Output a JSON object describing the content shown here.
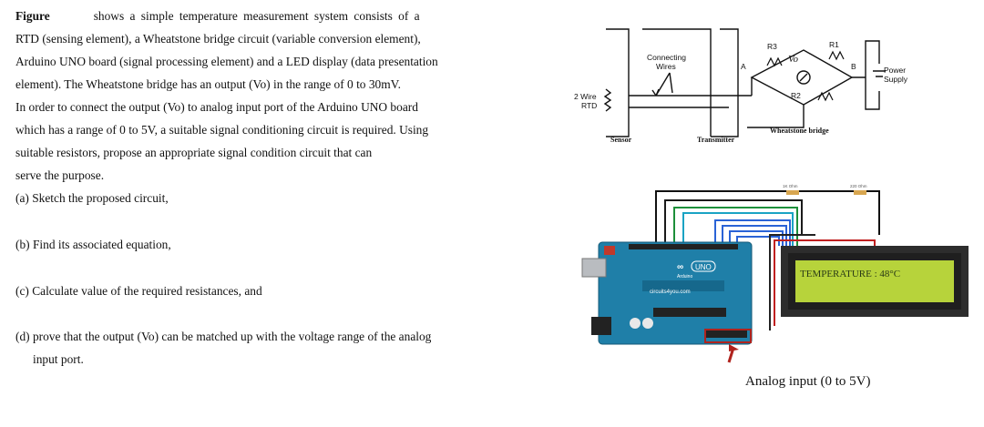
{
  "problem": {
    "lines": [
      {
        "lead": "Figure",
        "text": "shows a simple temperature measurement system consists of a"
      },
      {
        "text": "RTD (sensing element), a Wheatstone bridge circuit (variable conversion element),"
      },
      {
        "text": "Arduino UNO board (signal processing element) and a LED display (data presentation"
      },
      {
        "text": "element). The Wheatstone bridge has an output (Vo) in the range of 0 to 30mV."
      },
      {
        "text": "In order to connect the output (Vo) to analog input port of the Arduino UNO board"
      },
      {
        "text": "which has a range of 0 to 5V, a suitable signal conditioning circuit is required. Using"
      },
      {
        "text": "suitable resistors, propose an appropriate signal condition circuit that can"
      },
      {
        "text": "serve the purpose."
      }
    ],
    "questions": [
      "(a) Sketch the proposed circuit,",
      "(b) Find its associated equation,",
      "(c) Calculate value of the required resistances, and",
      "(d) prove that the output (Vo) can be matched up with the voltage range of the analog",
      "input port."
    ]
  },
  "circuit": {
    "connecting_wires": [
      "Connecting",
      "Wires"
    ],
    "rtd_label": [
      "2 Wire",
      "RTD"
    ],
    "r3": "R3",
    "r1": "R1",
    "r2": "R2",
    "vo": "Vo",
    "node_a": "A",
    "node_b": "B",
    "power_supply": [
      "Power",
      "Supply"
    ],
    "sensor": "Sensor",
    "transmitter": "Transmitter",
    "wheatstone_bridge": "Wheatstone bridge"
  },
  "wiring": {
    "resistor_1": "1K Ohm",
    "resistor_2": "220 Ohm",
    "uno_label": "UNO",
    "arduino_label": "Arduino",
    "site": "circuits4you.com",
    "lcd_text": "TEMPERATURE : 48°C",
    "caption": "Analog input (0 to 5V)"
  },
  "colors": {
    "board": "#1f7fa8",
    "lcd_bg": "#b7d33b",
    "lcd_frame": "#2d2d2d",
    "arrow": "#b0231d"
  }
}
